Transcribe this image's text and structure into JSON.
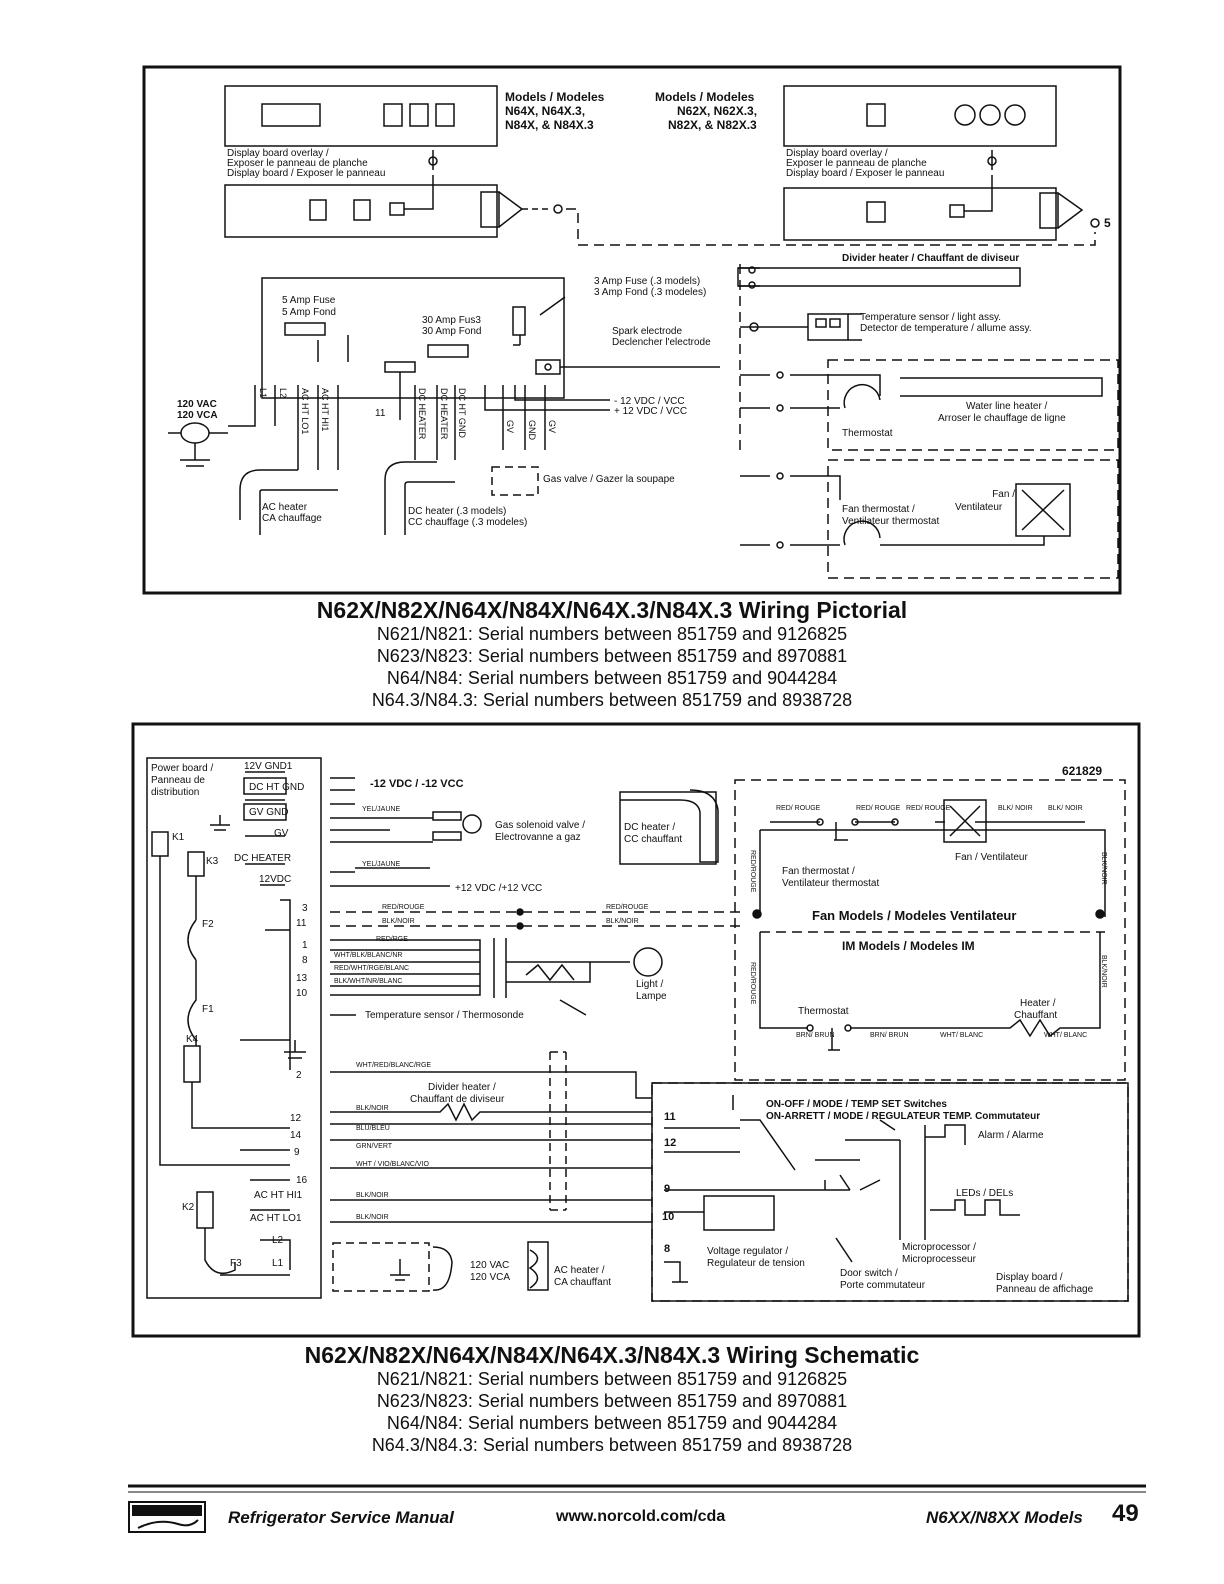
{
  "pictorial": {
    "labels": {
      "models_left": [
        "Models / Modeles",
        "N64X, N64X.3,",
        "N84X, & N84X.3"
      ],
      "models_right": [
        "Models / Modeles",
        "N62X, N62X.3,",
        "N82X, & N82X.3"
      ],
      "display_overlay_left": [
        "Display board overlay /",
        "Exposer le panneau de planche",
        "Display board / Exposer le panneau"
      ],
      "display_overlay_right": [
        "Display board overlay /",
        "Exposer le panneau de planche",
        "Display board / Exposer le panneau"
      ],
      "fuse5": [
        "5 Amp Fuse",
        "5 Amp Fond"
      ],
      "fuse30": [
        "30 Amp Fus3",
        "30 Amp Fond"
      ],
      "fuse3": [
        "3 Amp Fuse (.3 models)",
        "3 Amp Fond (.3 modeles)"
      ],
      "spark": [
        "Spark electrode",
        "Declencher l'electrode"
      ],
      "vac": [
        "120 VAC",
        "120 VCA"
      ],
      "vdc": [
        "- 12 VDC / VCC",
        "+ 12 VDC / VCC"
      ],
      "gas_valve": "Gas valve / Gazer la soupape",
      "ac_heater": [
        "AC heater",
        "CA chauffage"
      ],
      "dc_heater": [
        "DC heater (.3 models)",
        "CC chauffage (.3 modeles)"
      ],
      "divider_heater": "Divider heater / Chauffant de diviseur",
      "temp_sensor": [
        "Temperature sensor / light assy.",
        "Detector de temperature / allume assy."
      ],
      "water_line": [
        "Water line heater /",
        "Arroser le chauffage de ligne"
      ],
      "thermostat": "Thermostat",
      "fan": "Fan /",
      "ventilateur": "Ventilateur",
      "fan_thermostat": [
        "Fan thermostat /",
        "Ventilateur thermostat"
      ],
      "pin_labels": [
        "L1",
        "L2",
        "AC HT LO1",
        "AC HT HI1",
        "DC HEATER",
        "DC HEATER",
        "DC HT GND",
        "GV",
        "GND",
        "GV"
      ],
      "num11": "11",
      "num5": "5"
    },
    "caption": {
      "title": "N62X/N82X/N64X/N84X/N64X.3/N84X.3 Wiring Pictorial",
      "lines": [
        "N621/N821: Serial numbers between 851759 and 9126825",
        "N623/N823: Serial numbers between 851759 and 8970881",
        "N64/N84: Serial numbers between 851759 and 9044284",
        "N64.3/N84.3: Serial numbers between 851759 and 8938728"
      ]
    }
  },
  "schematic": {
    "labels": {
      "power_board": [
        "Power board /",
        "Panneau de",
        "distribution"
      ],
      "part_no": "621829",
      "terminals": [
        "12V GND1",
        "DC HT GND",
        "GV GND",
        "GV",
        "DC HEATER",
        "12VDC"
      ],
      "relays": [
        "K1",
        "K3",
        "K4",
        "K2"
      ],
      "fuses": [
        "F2",
        "F1",
        "F3"
      ],
      "pins": [
        "3",
        "11",
        "1",
        "8",
        "13",
        "10",
        "2",
        "12",
        "14",
        "9",
        "16"
      ],
      "ac_pins": [
        "AC HT HI1",
        "AC HT LO1",
        "L2",
        "L1"
      ],
      "vdc_minus": "-12 VDC / -12 VCC",
      "vdc_plus": "+12 VDC /+12 VCC",
      "wires": [
        "YEL/JAUNE",
        "YEL/JAUNE",
        "RED/ROUGE",
        "BLK/NOIR",
        "RED/RGE",
        "WHT/BLK/BLANC/NR",
        "RED/WHT/RGE/BLANC",
        "BLK/WHT/NR/BLANC",
        "WHT/RED/BLANC/RGE",
        "BLK/NOIR",
        "BLU/BLEU",
        "GRN/VERT",
        "WHT / VIO/BLANC/VIO",
        "BLK/NOIR",
        "BLK/NOIR",
        "RED/ROUGE",
        "BLK/NOIR"
      ],
      "gas_solenoid": [
        "Gas solenoid valve /",
        "Electrovanne a gaz"
      ],
      "dc_heater": [
        "DC heater /",
        "CC chauffant"
      ],
      "light": [
        "Light /",
        "Lampe"
      ],
      "temp_sensor": "Temperature sensor / Thermosonde",
      "divider_heater": [
        "Divider heater /",
        "Chauffant de diviseur"
      ],
      "vac": [
        "120 VAC",
        "120 VCA"
      ],
      "ac_heater": [
        "AC heater /",
        "CA chauffant"
      ],
      "fan_wires": [
        "RED/ ROUGE",
        "RED/ ROUGE",
        "RED/ ROUGE",
        "BLK/ NOIR",
        "BLK/ NOIR"
      ],
      "fan": "Fan / Ventilateur",
      "fan_thermostat": [
        "Fan thermostat /",
        "Ventilateur thermostat"
      ],
      "fan_models": "Fan Models / Modeles Ventilateur",
      "im_models": "IM Models / Modeles IM",
      "thermostat": "Thermostat",
      "heater": [
        "Heater /",
        "Chauffant"
      ],
      "bottom_wires": [
        "BRN/ BRUN",
        "BRN/ BRUN",
        "WHT/ BLANC",
        "WHT/ BLANC"
      ],
      "side_wires": [
        "RED/ROUGE",
        "BLK/NOIR",
        "RED/ROUGE",
        "BLK/NOIR"
      ],
      "switches": [
        "ON-OFF       / MODE / TEMP SET Switches",
        "ON-ARRETT / MODE / REGULATEUR TEMP. Commutateur"
      ],
      "alarm": "Alarm / Alarme",
      "leds": "LEDs / DELs",
      "microprocessor": [
        "Microprocessor /",
        "Microprocesseur"
      ],
      "voltage_reg": [
        "Voltage regulator /",
        "Regulateur de tension"
      ],
      "door_switch": [
        "Door switch /",
        "Porte commutateur"
      ],
      "display_board": [
        "Display board /",
        "Panneau de affichage"
      ],
      "conn_pins": [
        "11",
        "12",
        "9",
        "10",
        "8"
      ]
    },
    "caption": {
      "title": "N62X/N82X/N64X/N84X/N64X.3/N84X.3 Wiring Schematic",
      "lines": [
        "N621/N821: Serial numbers between 851759 and 9126825",
        "N623/N823: Serial numbers between 851759 and 8970881",
        "N64/N84: Serial numbers between 851759 and 9044284",
        "N64.3/N84.3: Serial numbers between 851759 and 8938728"
      ]
    }
  },
  "footer": {
    "manual": "Refrigerator Service Manual",
    "url": "www.norcold.com/cda",
    "models": "N6XX/N8XX Models",
    "page": "49"
  }
}
